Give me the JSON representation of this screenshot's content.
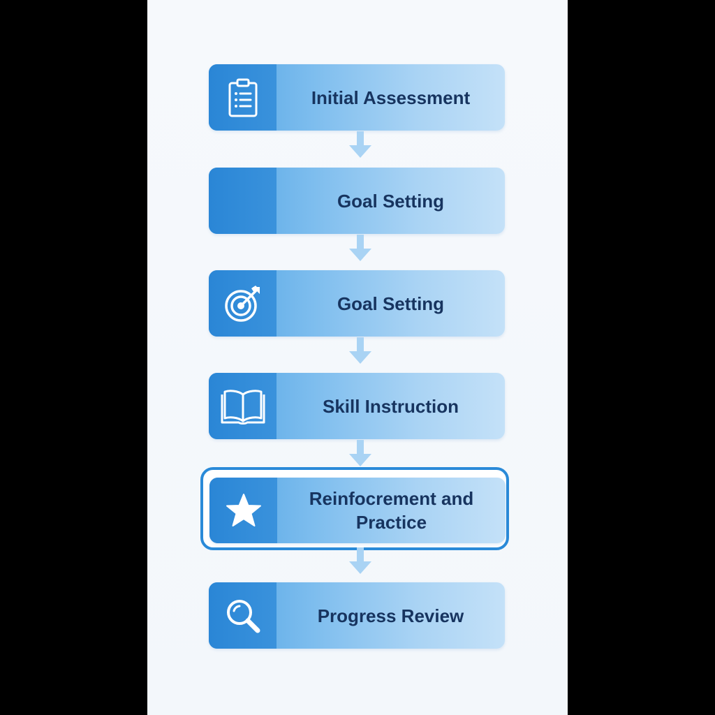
{
  "diagram": {
    "colors": {
      "background": "#000000",
      "panel": "#f5f8fc",
      "icon_cell": "#2a86d6",
      "box_gradient_end": "#c4e1f8",
      "text": "#17345f",
      "arrow": "#a9d3f4",
      "highlight_border": "#2a8ad8"
    },
    "steps": [
      {
        "label": "Initial Assessment",
        "icon": "clipboard-icon"
      },
      {
        "label": "Goal Setting",
        "icon": ""
      },
      {
        "label": "Goal Setting",
        "icon": "target-icon"
      },
      {
        "label": "Skill Instruction",
        "icon": "open-book-icon"
      },
      {
        "label": "Reinfocrement and Practice",
        "icon": "star-icon",
        "highlighted": true
      },
      {
        "label": "Progress Review",
        "icon": "magnifier-icon"
      }
    ]
  }
}
